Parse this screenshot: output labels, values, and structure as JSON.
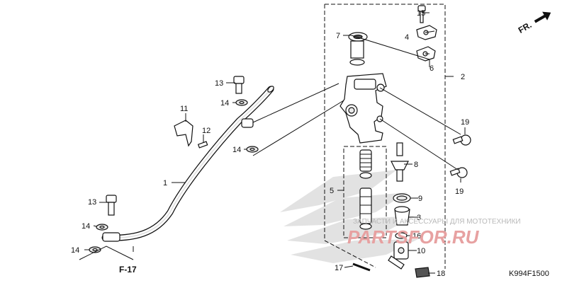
{
  "diagram": {
    "callouts": [
      "1",
      "2",
      "3",
      "4",
      "5",
      "6",
      "7",
      "8",
      "9",
      "10",
      "11",
      "12",
      "13",
      "13",
      "14",
      "14",
      "14",
      "14",
      "15",
      "16",
      "17",
      "18",
      "19",
      "19"
    ],
    "reference": "F-17",
    "direction_indicator": "FR.",
    "code": "K994F1500",
    "watermark": {
      "line": "ЗАПЧАСТИ И АКСЕССУАРЫ ДЛЯ МОТОТЕХНИКИ",
      "brand": "PARTSFOR.RU"
    },
    "background_logo": "honda-wing-logo"
  }
}
